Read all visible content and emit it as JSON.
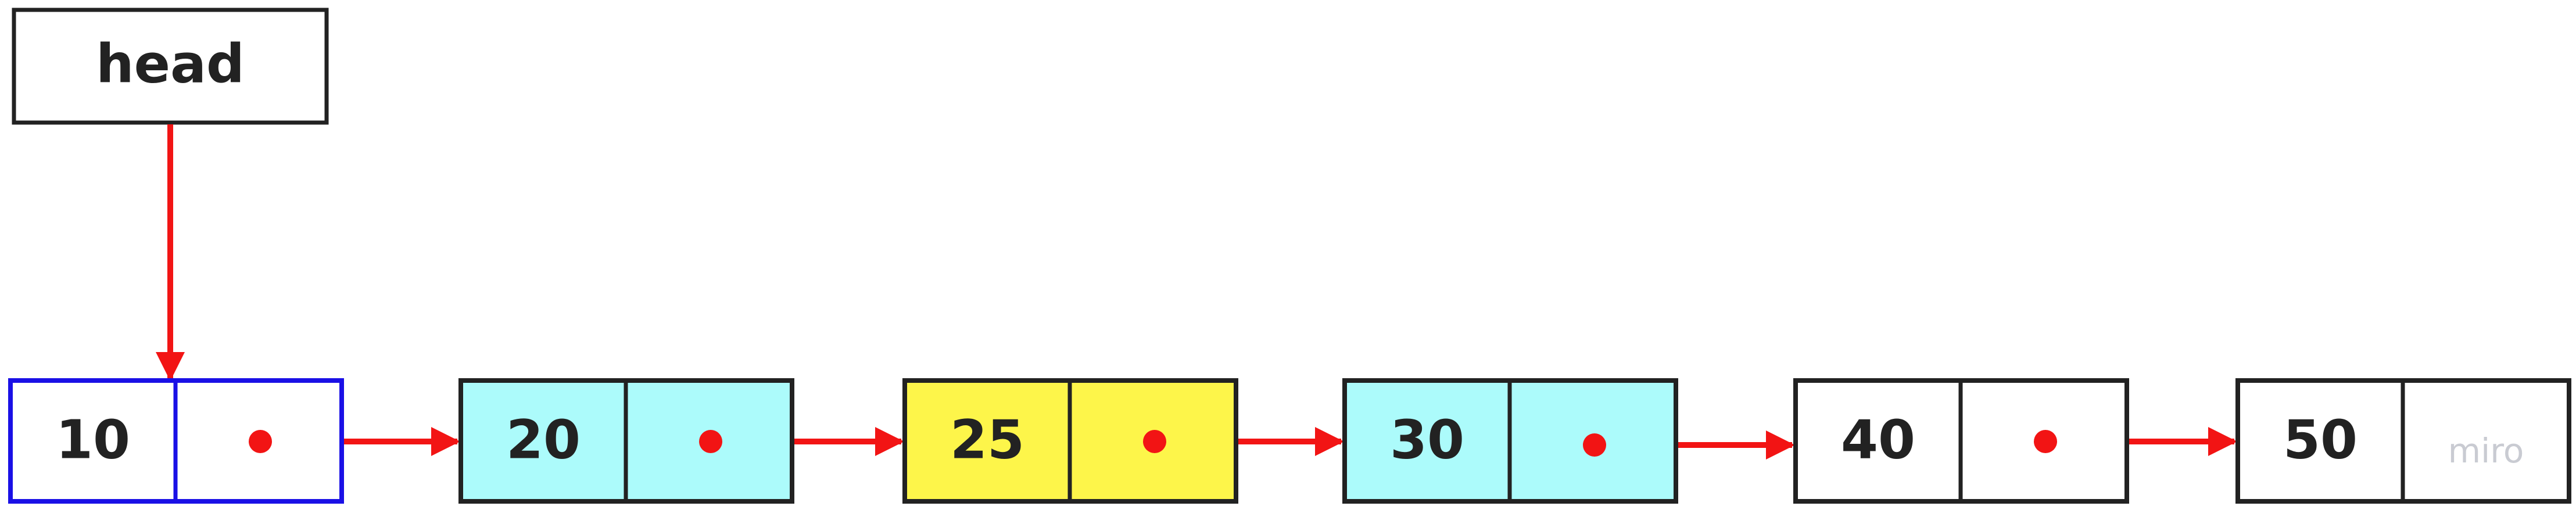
{
  "head": {
    "label": "head"
  },
  "nodes": [
    {
      "value": "10",
      "fill": "#ffffff",
      "border": "#1a10e6"
    },
    {
      "value": "20",
      "fill": "#acfbfb",
      "border": "#222222"
    },
    {
      "value": "25",
      "fill": "#fdf54a",
      "border": "#222222"
    },
    {
      "value": "30",
      "fill": "#acfbfb",
      "border": "#222222"
    },
    {
      "value": "40",
      "fill": "#ffffff",
      "border": "#222222"
    },
    {
      "value": "50",
      "fill": "#ffffff",
      "border": "#222222"
    }
  ],
  "watermark": {
    "text": "miro"
  },
  "colors": {
    "arrow": "#f21414",
    "text": "#222222",
    "watermark": "#c9cbd2"
  }
}
